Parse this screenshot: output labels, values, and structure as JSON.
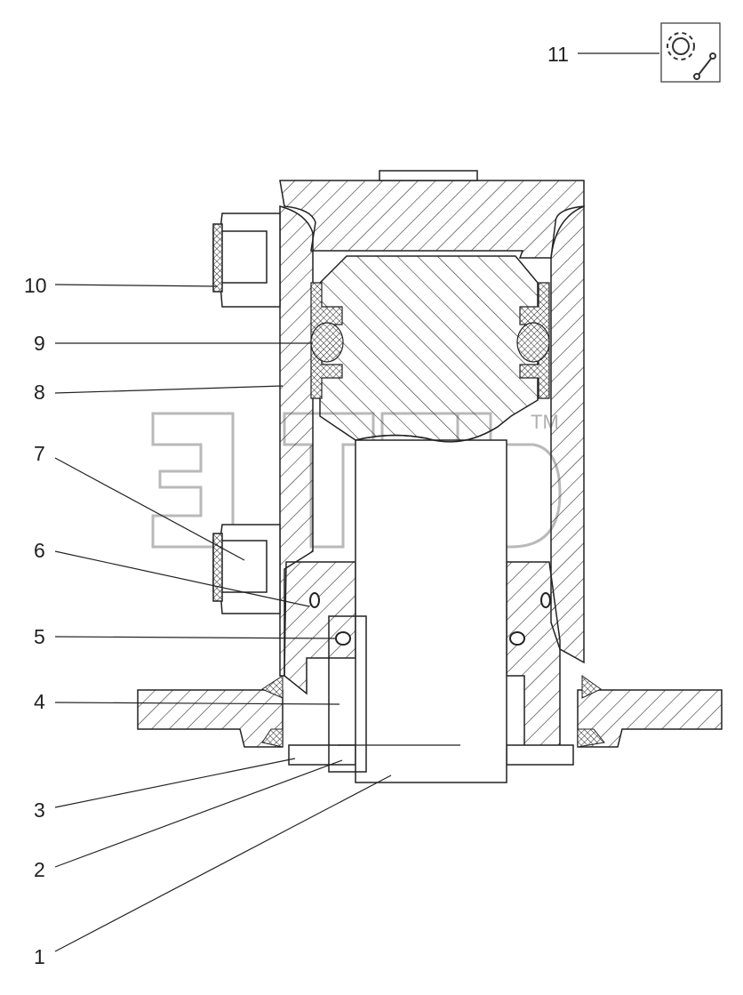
{
  "diagram": {
    "callouts": [
      {
        "label": "1"
      },
      {
        "label": "2"
      },
      {
        "label": "3"
      },
      {
        "label": "4"
      },
      {
        "label": "5"
      },
      {
        "label": "6"
      },
      {
        "label": "7"
      },
      {
        "label": "8"
      },
      {
        "label": "9"
      },
      {
        "label": "10"
      },
      {
        "label": "11"
      }
    ],
    "watermark": {
      "trademark": "TM"
    },
    "icons": {
      "part11": "gear-wrench-icon"
    },
    "colors": {
      "line": "#222222",
      "hatch": "#333333",
      "watermark": "#b0b0b0"
    }
  }
}
